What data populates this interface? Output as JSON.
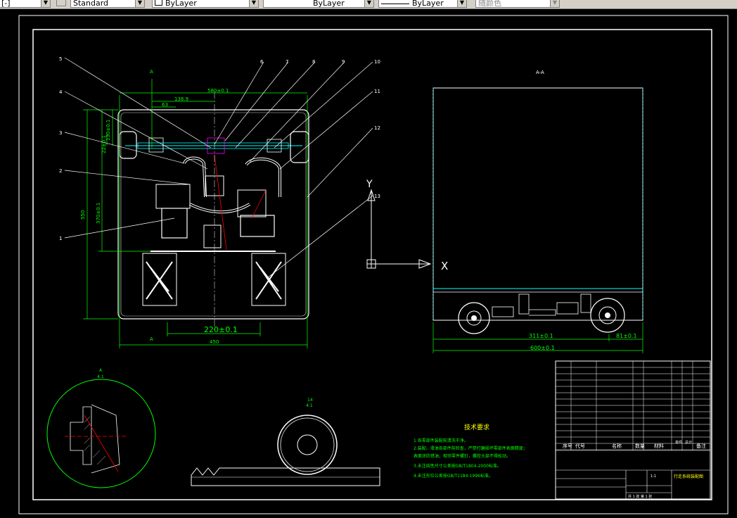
{
  "toolbar": {
    "left_combo": "[-]",
    "style_combo": "Standard",
    "layer_combo": "ByLayer",
    "linetype_combo": "ByLayer",
    "lineweight_combo": "ByLayer",
    "plotstyle_combo": "随颜色"
  },
  "drawing": {
    "plan_view": {
      "section_letter": "A",
      "dim_top_overall": "580±0.1",
      "dim_top_inner": "138.9",
      "dim_top_small": "63",
      "dim_bottom_inner": "220±0.1",
      "dim_bottom_overall": "450",
      "dim_left_outer": "550",
      "dim_left_inner": "370±0.1",
      "dim_left_upper": "130±0.1",
      "dim_left_small": "22±0.1",
      "callouts": [
        "1",
        "2",
        "3",
        "4",
        "5",
        "6",
        "7",
        "8",
        "9",
        "10",
        "11",
        "12",
        "13"
      ]
    },
    "ucs": {
      "x_label": "X",
      "y_label": "Y"
    },
    "section_view": {
      "title": "A-A",
      "dim_overall": "600±0.1",
      "dim_left": "311±0.1",
      "dim_right": "81±0.1"
    },
    "detail_a": {
      "label": "A",
      "scale": "4:1"
    },
    "detail_b": {
      "label": "14",
      "scale": "4:1"
    },
    "notes": {
      "title": "技术要求",
      "lines": [
        "1.各零部件装配前清洗干净。",
        "2.装配、滑油各部件前检查，严禁打磨损坏零部件表面精度；",
        "  表面涂防锈油，相邻零件螺钉，螺栓头部不得松动。",
        "3.未注线性尺寸公差按GB/T1804-2000标准。",
        "4.未注形位公差按GB/T1184-1996标准。"
      ]
    },
    "title_block": {
      "headers": [
        "序号",
        "代号",
        "名称",
        "数量",
        "材料",
        "单件",
        "总计",
        "备注"
      ],
      "drawing_title": "行走系统装配图",
      "scale": "1:1",
      "sheet": "共 1 张  第 1 张"
    }
  }
}
